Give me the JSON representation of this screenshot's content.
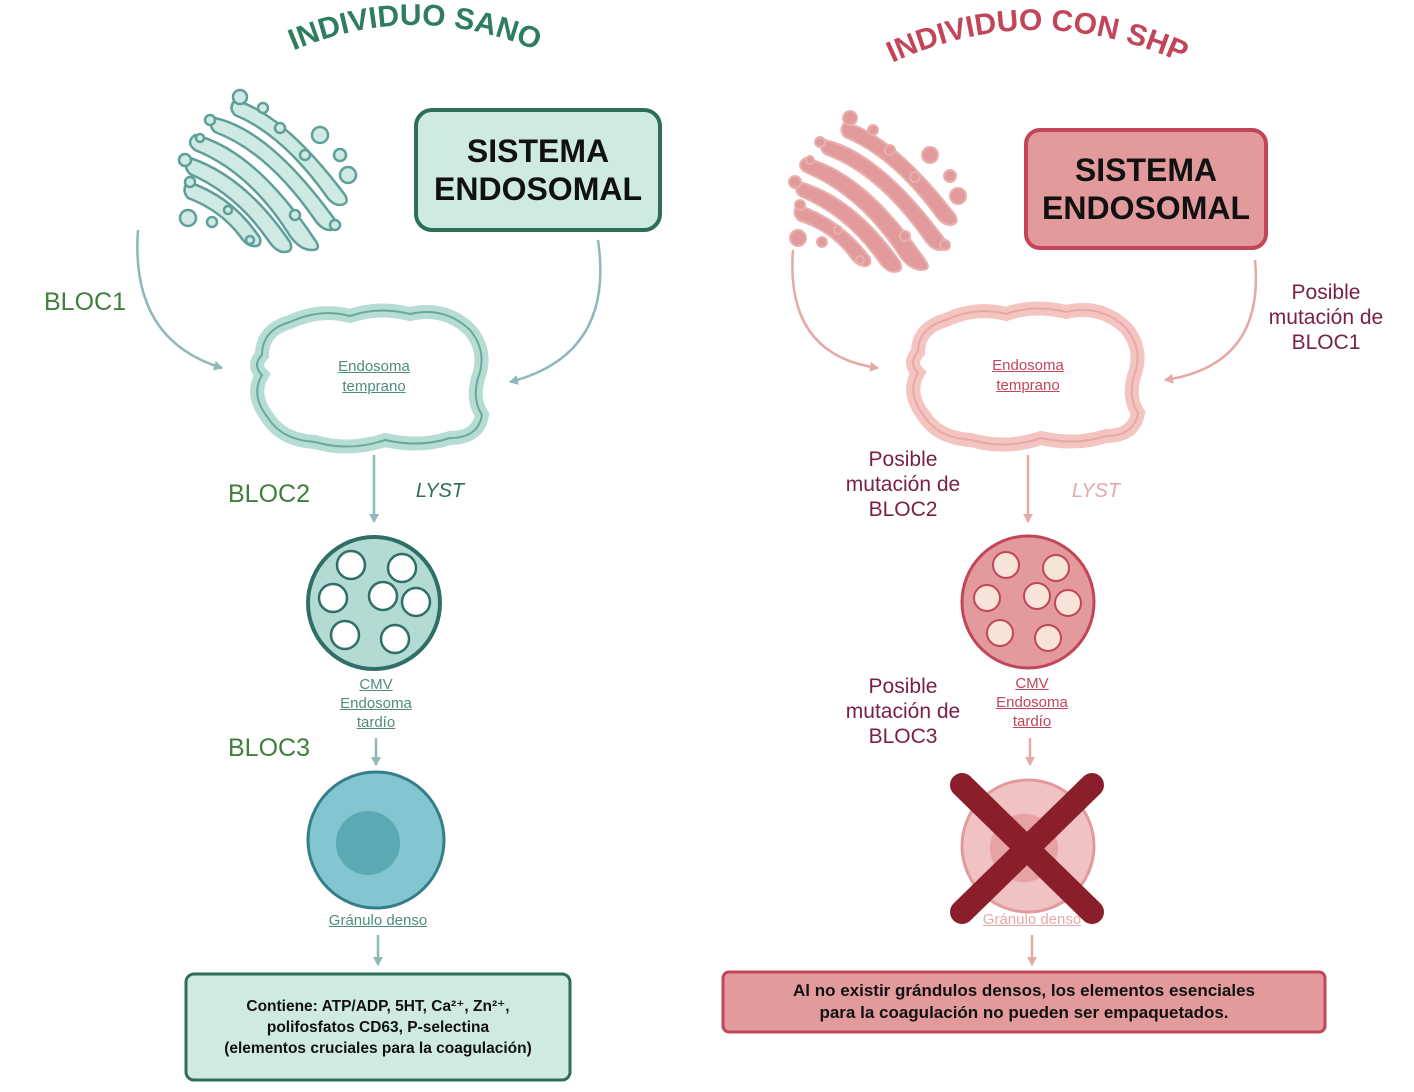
{
  "left": {
    "title": "INDIVIDUO SANO",
    "endosomal_box": [
      "SISTEMA",
      "ENDOSOMAL"
    ],
    "bloc1": "BLOC1",
    "early_endosome": [
      "Endosoma",
      "temprano"
    ],
    "bloc2": "BLOC2",
    "lyst": "LYST",
    "late_endosome": [
      "CMV",
      "Endosoma",
      "tardío"
    ],
    "bloc3": "BLOC3",
    "dense_granule": "Gránulo denso",
    "contents_box": [
      "Contiene: ATP/ADP, 5HT, Ca²⁺, Zn²⁺,",
      "polifosfatos CD63, P-selectina",
      "(elementos cruciales para la coagulación)"
    ],
    "colors": {
      "primary": "#2e7d5e",
      "fill": "#cfeae2",
      "membrane": "#9ecfc2",
      "arrow": "#8fb8b9"
    }
  },
  "right": {
    "title": "INDIVIDUO CON SHP",
    "endosomal_box": [
      "SISTEMA",
      "ENDOSOMAL"
    ],
    "bloc1_mutation": [
      "Posible",
      "mutación de",
      "BLOC1"
    ],
    "early_endosome": [
      "Endosoma",
      "temprano"
    ],
    "bloc2_mutation": [
      "Posible",
      "mutación de",
      "BLOC2"
    ],
    "lyst": "LYST",
    "late_endosome": [
      "CMV",
      "Endosoma",
      "tardío"
    ],
    "bloc3_mutation": [
      "Posible",
      "mutación de",
      "BLOC3"
    ],
    "dense_granule": "Gránulo denso",
    "result_box": [
      "Al no existir grándulos densos, los elementos esenciales",
      "para la coagulación no pueden ser empaquetados."
    ],
    "colors": {
      "primary": "#c2455a",
      "fill": "#e39a9c",
      "membrane": "#f1b9b6",
      "cross": "#8a1f2b",
      "label": "#7a2048"
    }
  }
}
